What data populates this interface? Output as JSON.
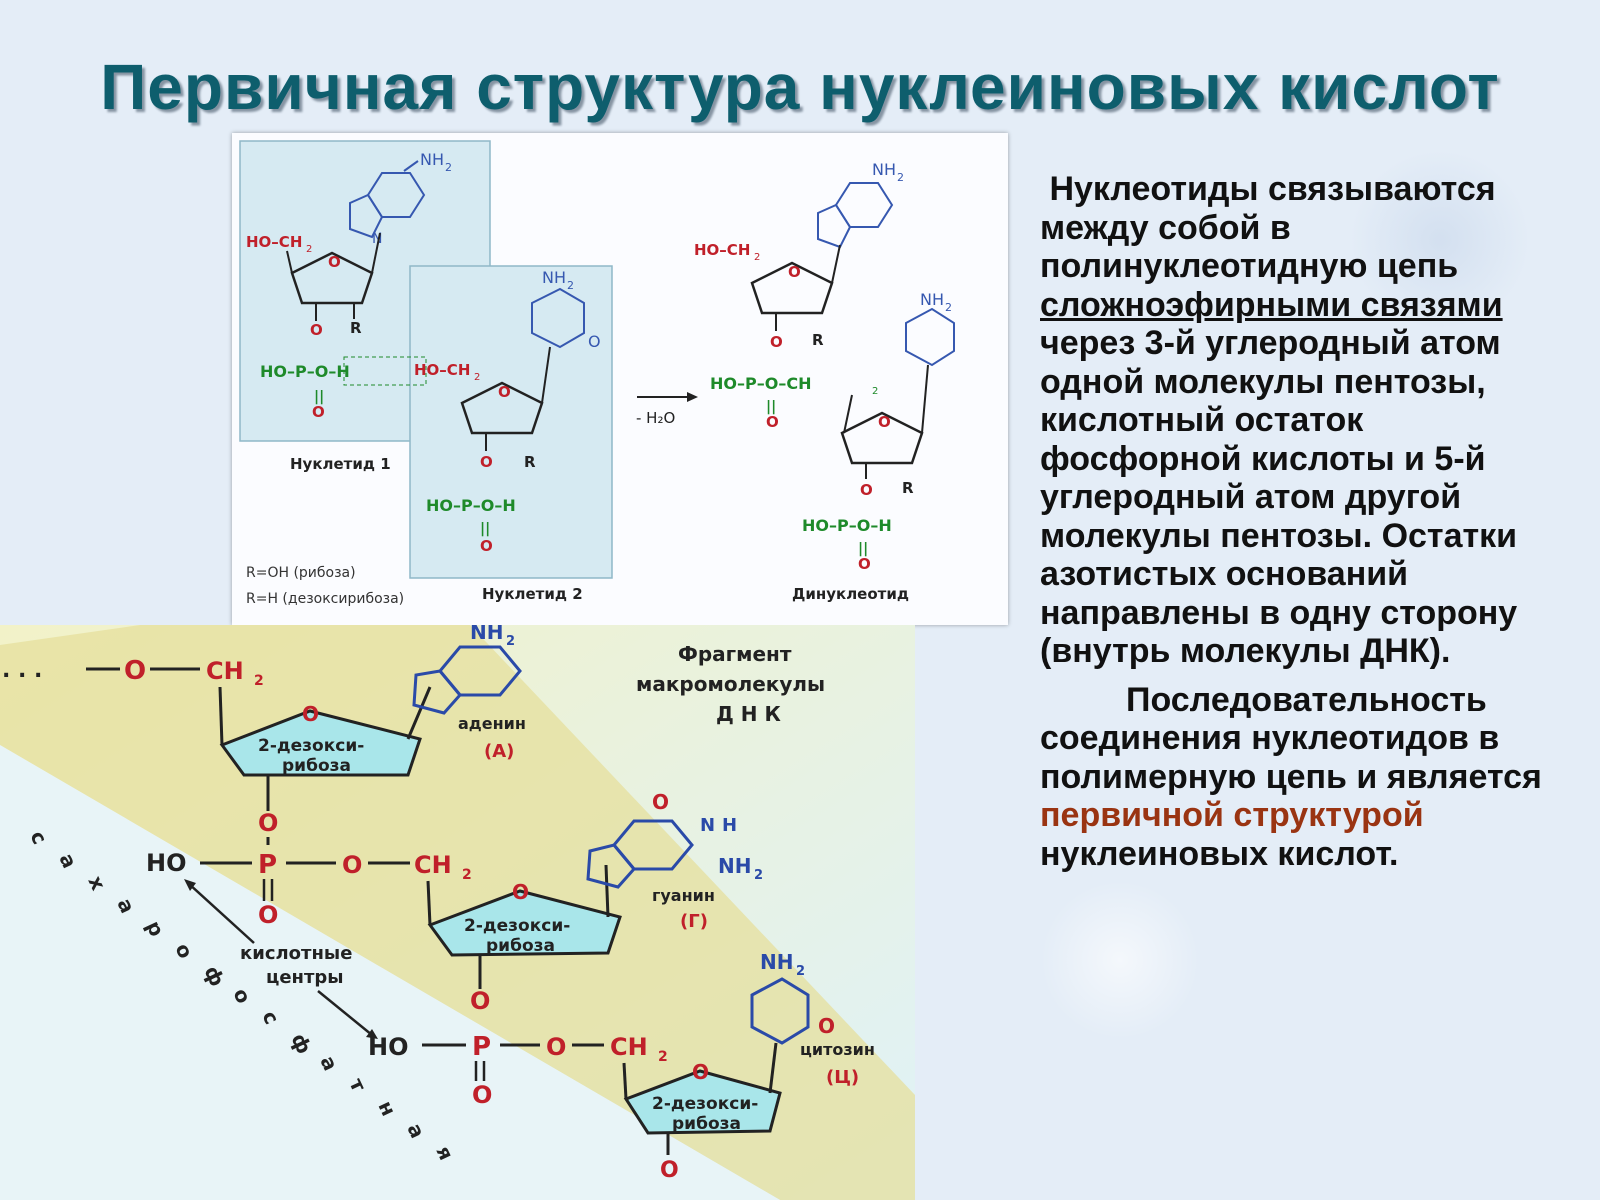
{
  "slide": {
    "title": "Первичная структура нуклеиновых кислот"
  },
  "text": {
    "p1_a": "Нуклеотиды связываются между собой в полинуклеотидную цепь",
    "p1_u": "сложноэфирными связями",
    "p1_b": "через 3-й углеродный атом одной молекулы пентозы, кислотный остаток фосфорной кислоты и 5-й углеродный атом другой молекулы пентозы. Остатки азотистых оснований направлены в одну сторону (внутрь молекулы ДНК).",
    "p2_a": "Последовательность соединения нуклеотидов в полимерную цепь и является",
    "p2_hl": "первичной структурой",
    "p2_b": "нуклеиновых кислот."
  },
  "top_figure": {
    "nh2": "NH",
    "nh2_sub": "2",
    "ho_ch2": "HO–CH",
    "ho_ch2_sub": "2",
    "o": "O",
    "r": "R",
    "n": "N",
    "phos_left": "HO–P–O–H",
    "phos_mid": "HO–P–O–CH",
    "phos_bottom": "HO–P–O–H",
    "dbl": "||",
    "caption_1": "Нуклетид 1",
    "caption_2": "Нуклетид 2",
    "caption_3": "Динуклеотид",
    "legend_1": "R=OH (рибоза)",
    "legend_2": "R=H (дезоксирибоза)",
    "water": "- H₂O"
  },
  "bottom_figure": {
    "fragment_1": "Фрагмент",
    "fragment_2": "макромолекулы",
    "fragment_3": "Д Н К",
    "dots": ". . .",
    "ch2": "CH",
    "ch2_sub": "2",
    "o": "O",
    "p": "P",
    "ho": "HO",
    "sugar_1": "2-дезокси-",
    "sugar_2": "рибоза",
    "nh2": "NH",
    "nh2_sub": "2",
    "n": "N",
    "h": "H",
    "adenine": "аденин",
    "adenine_code": "(А)",
    "guanine": "гуанин",
    "guanine_code": "(Г)",
    "cytosine": "цитозин",
    "cytosine_code": "(Ц)",
    "acid_centers_1": "кислотные",
    "acid_centers_2": "центры",
    "backbone_letters": [
      "с",
      "а",
      "х",
      "а",
      "р",
      "о",
      "ф",
      "о",
      "с",
      "ф",
      "а",
      "т",
      "н",
      "а",
      "я"
    ],
    "colors": {
      "red": "#c0202a",
      "blue": "#2a4aa8",
      "sugar_fill": "#a9e6ea",
      "band": "#e9e2a6"
    }
  }
}
